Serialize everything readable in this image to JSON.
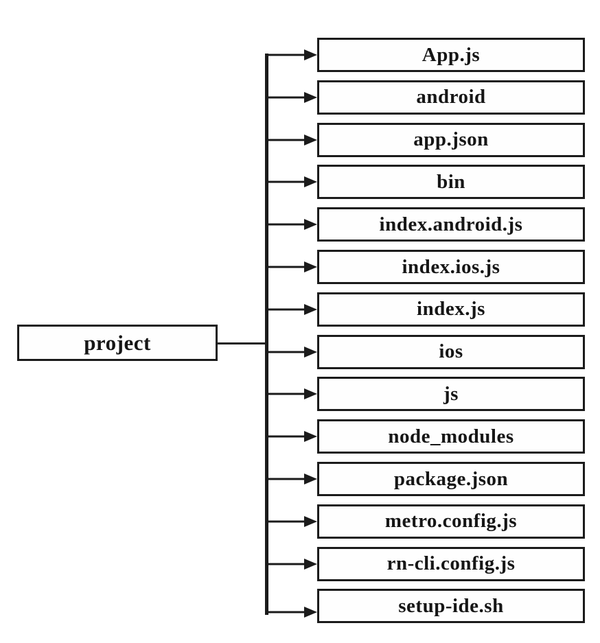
{
  "diagram": {
    "type": "tree",
    "root": {
      "label": "project"
    },
    "children": [
      {
        "label": "App.js"
      },
      {
        "label": "android"
      },
      {
        "label": "app.json"
      },
      {
        "label": "bin"
      },
      {
        "label": "index.android.js"
      },
      {
        "label": "index.ios.js"
      },
      {
        "label": "index.js"
      },
      {
        "label": "ios"
      },
      {
        "label": "js"
      },
      {
        "label": "node_modules"
      },
      {
        "label": "package.json"
      },
      {
        "label": "metro.config.js"
      },
      {
        "label": "rn-cli.config.js"
      },
      {
        "label": "setup-ide.sh"
      }
    ],
    "colors": {
      "line": "#1b1b1b",
      "box_fill": "#fefefe",
      "text": "#161616",
      "background": "#ffffff"
    }
  }
}
